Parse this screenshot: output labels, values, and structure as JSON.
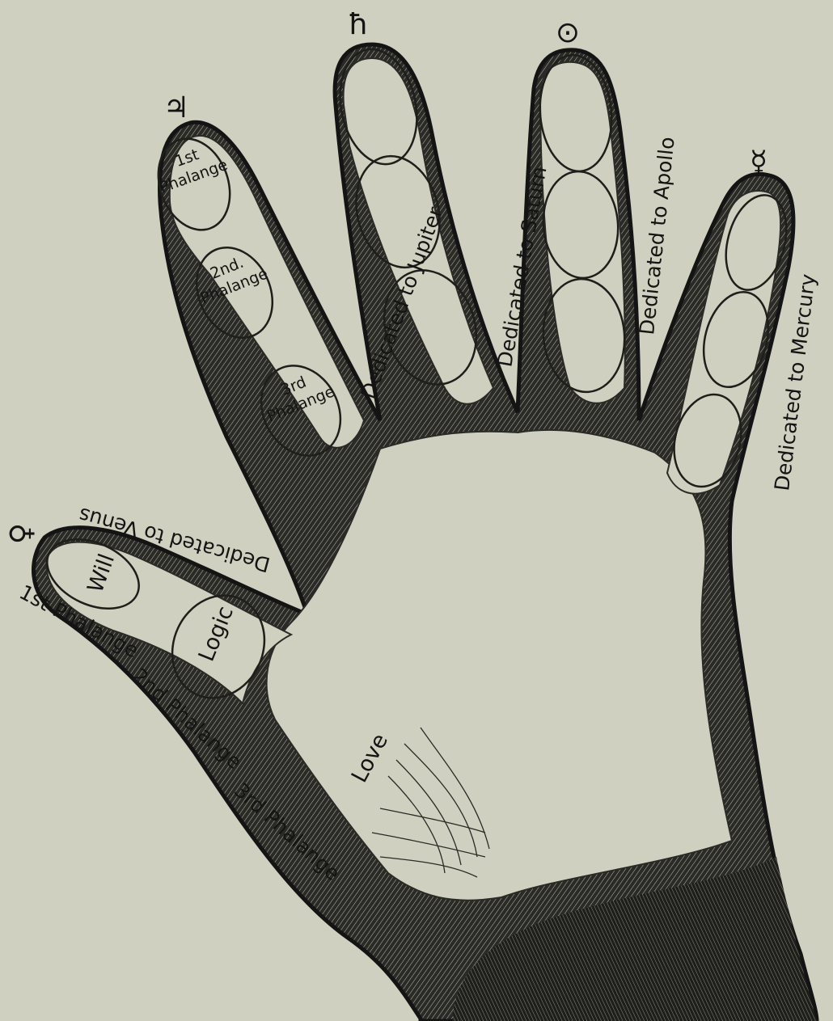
{
  "diagram": {
    "colors": {
      "paper": "#cfd0bf",
      "ink": "#141414",
      "skin": "#cfd0bf"
    },
    "symbols": {
      "jupiter": "♃",
      "saturn": "ħ",
      "sun": "⊙",
      "mercury": "☿",
      "venus": "♀"
    },
    "fingers": {
      "jupiter": {
        "dedication": "Dedicated to Jupiter",
        "phalanges": [
          {
            "ordinal": "1st",
            "word": "Phalange"
          },
          {
            "ordinal": "2nd.",
            "word": "Phalange"
          },
          {
            "ordinal": "3rd",
            "word": "Phalange"
          }
        ]
      },
      "saturn": {
        "dedication": "Dedicated to Saturn"
      },
      "apollo": {
        "dedication": "Dedicated to Apollo"
      },
      "mercury": {
        "dedication": "Dedicated to Mercury"
      }
    },
    "thumb": {
      "dedication": "Dedicated to Venus",
      "phalanges": [
        {
          "inner": "Will",
          "outer": "1st Phalange"
        },
        {
          "inner": "Logic",
          "outer": "2nd Phalange"
        },
        {
          "inner": "Love",
          "outer": "3rd Phalange"
        }
      ]
    }
  }
}
